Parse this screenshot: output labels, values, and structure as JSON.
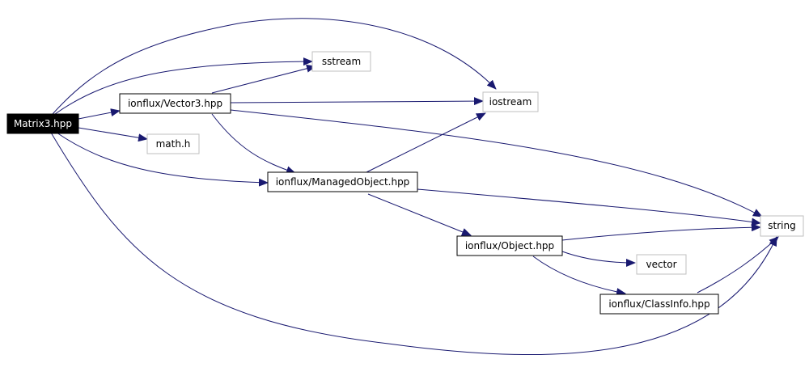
{
  "colors": {
    "edge": "#191970",
    "root_fill": "#000000",
    "root_text": "#ffffff",
    "project_border": "#000000",
    "system_border": "#bfbfbf",
    "text": "#000000"
  },
  "nodes": {
    "matrix3": {
      "label": "Matrix3.hpp",
      "kind": "root"
    },
    "vector3": {
      "label": "ionflux/Vector3.hpp",
      "kind": "project"
    },
    "sstream": {
      "label": "sstream",
      "kind": "system"
    },
    "iostream": {
      "label": "iostream",
      "kind": "system"
    },
    "math": {
      "label": "math.h",
      "kind": "system"
    },
    "managed": {
      "label": "ionflux/ManagedObject.hpp",
      "kind": "project"
    },
    "string": {
      "label": "string",
      "kind": "system"
    },
    "object": {
      "label": "ionflux/Object.hpp",
      "kind": "project"
    },
    "vector": {
      "label": "vector",
      "kind": "system"
    },
    "classinfo": {
      "label": "ionflux/ClassInfo.hpp",
      "kind": "project"
    }
  },
  "edges": [
    {
      "from": "matrix3",
      "to": "iostream"
    },
    {
      "from": "matrix3",
      "to": "sstream"
    },
    {
      "from": "matrix3",
      "to": "vector3"
    },
    {
      "from": "matrix3",
      "to": "math"
    },
    {
      "from": "matrix3",
      "to": "managed"
    },
    {
      "from": "matrix3",
      "to": "string"
    },
    {
      "from": "vector3",
      "to": "sstream"
    },
    {
      "from": "vector3",
      "to": "iostream"
    },
    {
      "from": "vector3",
      "to": "managed"
    },
    {
      "from": "vector3",
      "to": "string"
    },
    {
      "from": "managed",
      "to": "iostream"
    },
    {
      "from": "managed",
      "to": "string"
    },
    {
      "from": "managed",
      "to": "object"
    },
    {
      "from": "object",
      "to": "string"
    },
    {
      "from": "object",
      "to": "vector"
    },
    {
      "from": "object",
      "to": "classinfo"
    },
    {
      "from": "classinfo",
      "to": "string"
    }
  ]
}
